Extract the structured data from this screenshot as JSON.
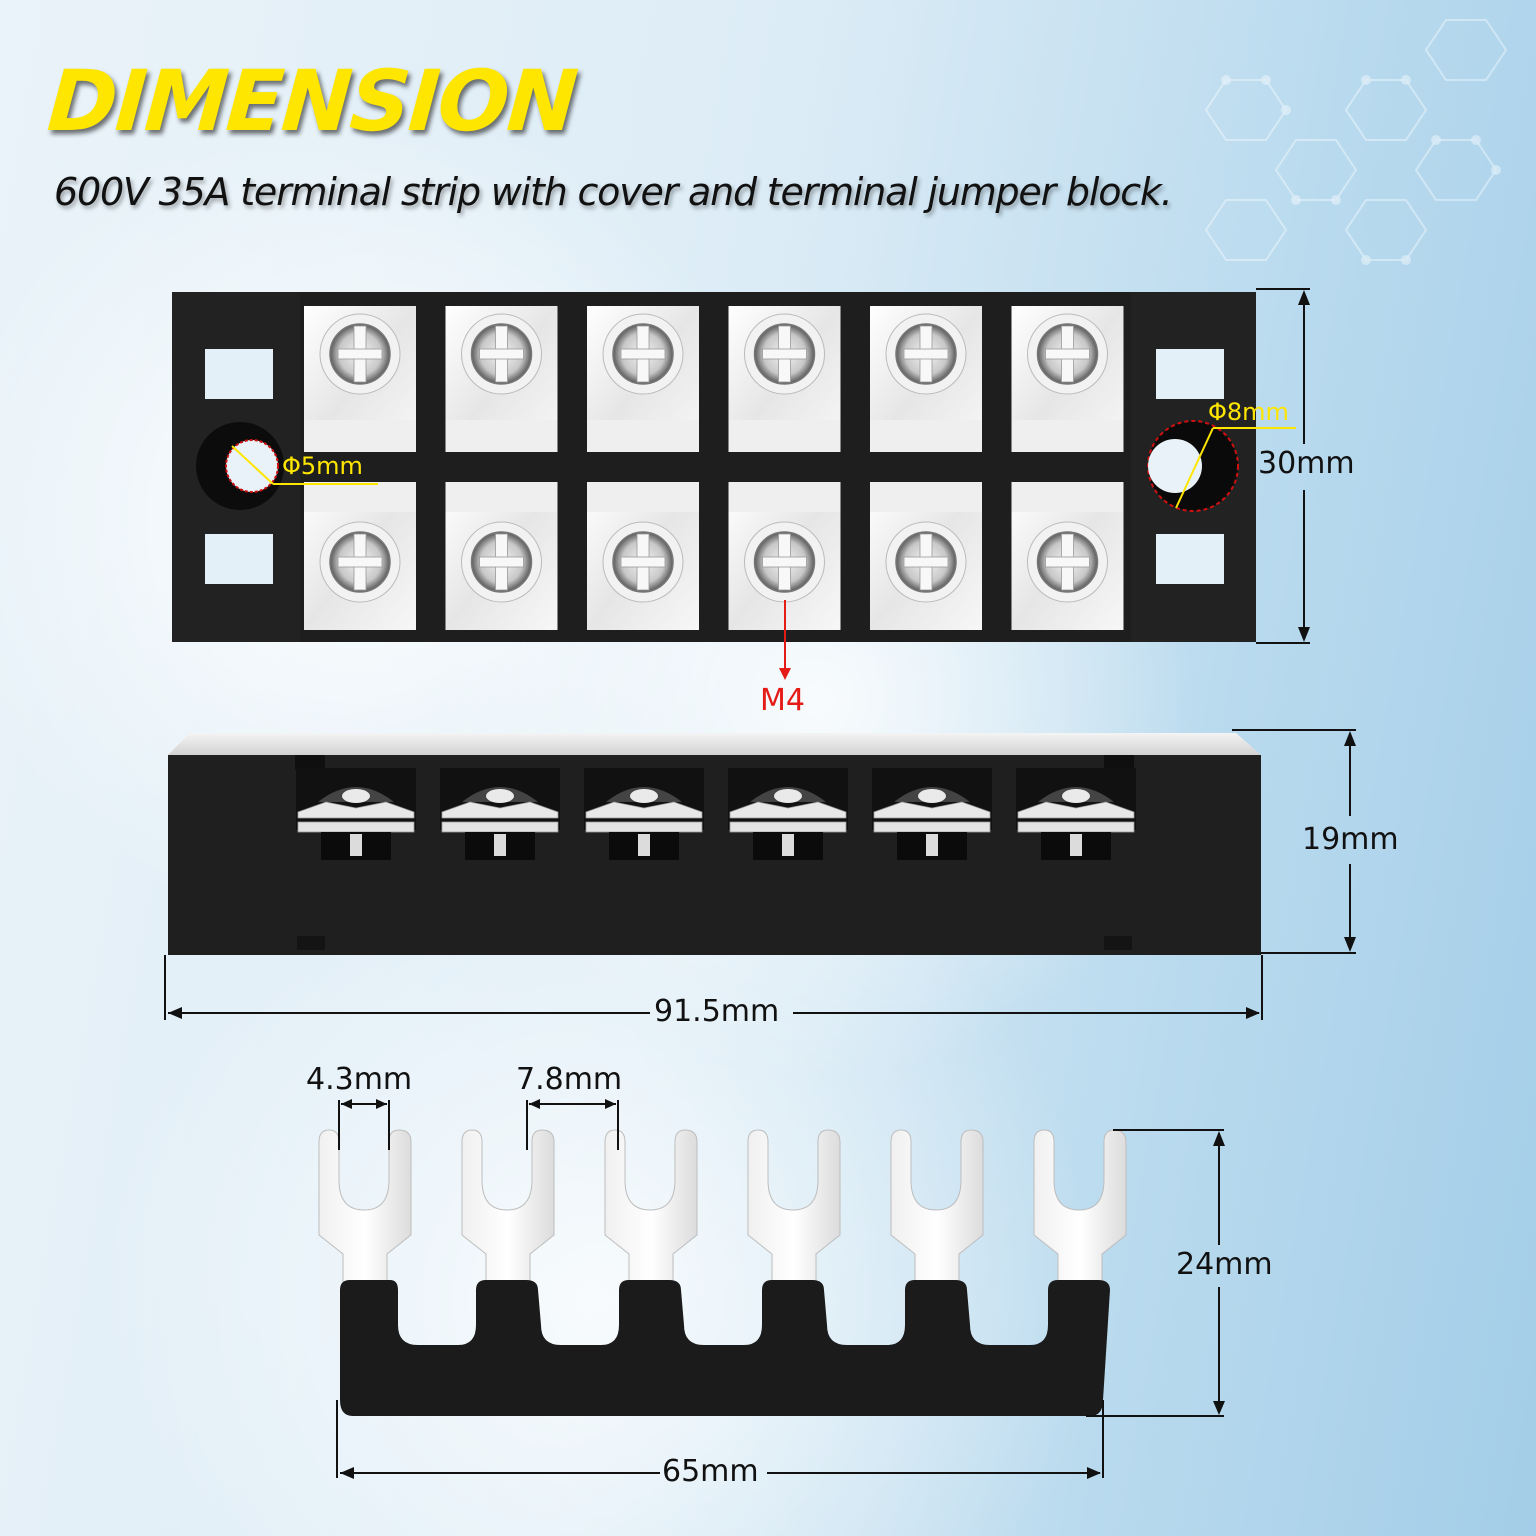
{
  "header": {
    "title": "DIMENSION",
    "subtitle": "600V 35A terminal strip with cover and terminal jumper block."
  },
  "top_view": {
    "positions": 6,
    "rows": 2,
    "left_hole_label": "Φ5mm",
    "right_hole_label": "Φ8mm",
    "height_label": "30mm",
    "screw_label": "M4"
  },
  "side_view": {
    "height_label": "19mm",
    "length_label": "91.5mm"
  },
  "jumper": {
    "forks": 6,
    "slot_width_label": "4.3mm",
    "pitch_label": "7.8mm",
    "height_label": "24mm",
    "length_label": "65mm"
  },
  "colors": {
    "title": "#ffe600",
    "annotation_yellow": "#ffe600",
    "annotation_red": "#e41b17",
    "body_black": "#1e1e1e",
    "dimension_line": "#111111"
  }
}
